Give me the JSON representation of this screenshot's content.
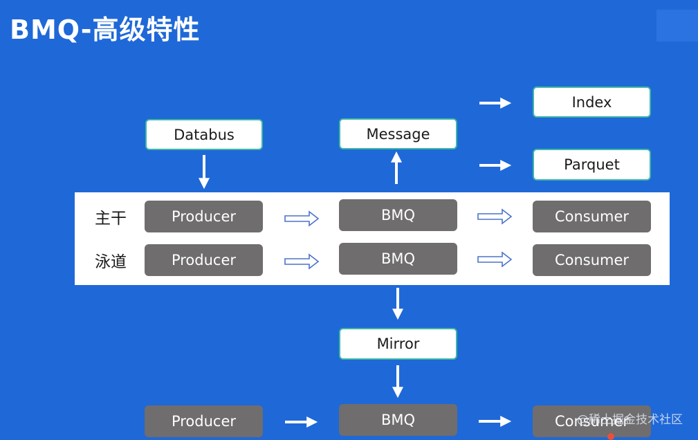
{
  "title": "BMQ-高级特性",
  "boxes": {
    "databus": "Databus",
    "message": "Message",
    "index": "Index",
    "parquet": "Parquet",
    "mirror": "Mirror",
    "producer": "Producer",
    "bmq": "BMQ",
    "consumer": "Consumer"
  },
  "lanes": {
    "main": "主干",
    "swimlane": "泳道"
  },
  "watermark": "@稀土掘金技术社区"
}
